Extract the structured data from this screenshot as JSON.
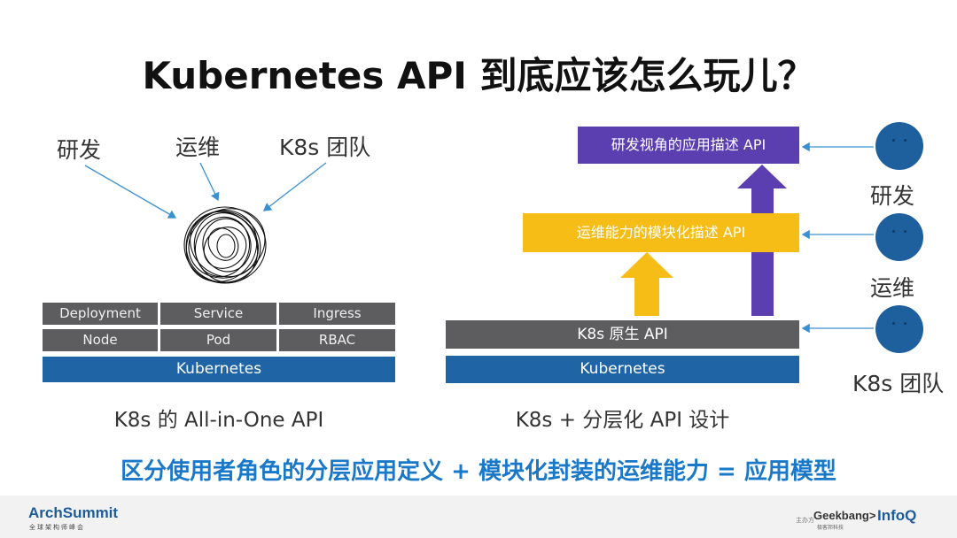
{
  "title": "Kubernetes API 到底应该怎么玩儿？",
  "left": {
    "roles": [
      "研发",
      "运维",
      "K8s 团队"
    ],
    "grid_row1": [
      "Deployment",
      "Service",
      "Ingress"
    ],
    "grid_row2": [
      "Node",
      "Pod",
      "RBAC"
    ],
    "base_label": "Kubernetes",
    "caption": "K8s 的 All-in-One API"
  },
  "right": {
    "dev_api": "研发视角的应用描述 API",
    "ops_api": "运维能力的模块化描述 API",
    "native_api": "K8s 原生 API",
    "base_label": "Kubernetes",
    "caption": "K8s + 分层化 API 设计",
    "personas": [
      "研发",
      "运维",
      "K8s 团队"
    ]
  },
  "bottom_statement": "区分使用者角色的分层应用定义 + 模块化封装的运维能力 = 应用模型",
  "footer": {
    "left_logo_main": "ArchSummit",
    "left_logo_sub": "全球架构师峰会",
    "organizer_label": "主办方",
    "logo_geekbang": "Geekbang>",
    "logo_geekbang_sub": "极客邦科技",
    "logo_infoq": "InfoQ"
  },
  "colors": {
    "purple": "#5b3fb0",
    "yellow": "#f6bd16",
    "gray": "#5d5d5f",
    "blue": "#1f65a6",
    "statement": "#1a78c8",
    "face": "#1e5f9e"
  }
}
